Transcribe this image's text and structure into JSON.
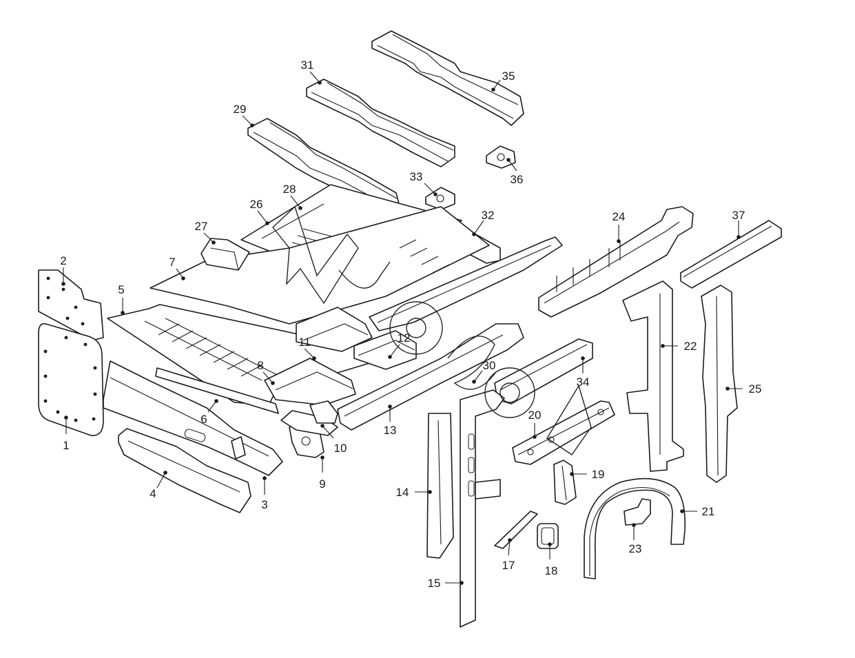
{
  "callouts": [
    {
      "id": "1",
      "label": "1"
    },
    {
      "id": "2",
      "label": "2"
    },
    {
      "id": "3",
      "label": "3"
    },
    {
      "id": "4",
      "label": "4"
    },
    {
      "id": "5",
      "label": "5"
    },
    {
      "id": "6",
      "label": "6"
    },
    {
      "id": "7",
      "label": "7"
    },
    {
      "id": "8",
      "label": "8"
    },
    {
      "id": "9",
      "label": "9"
    },
    {
      "id": "10",
      "label": "10"
    },
    {
      "id": "11",
      "label": "11"
    },
    {
      "id": "12",
      "label": "12"
    },
    {
      "id": "13",
      "label": "13"
    },
    {
      "id": "14",
      "label": "14"
    },
    {
      "id": "15",
      "label": "15"
    },
    {
      "id": "17",
      "label": "17"
    },
    {
      "id": "18",
      "label": "18"
    },
    {
      "id": "19",
      "label": "19"
    },
    {
      "id": "20",
      "label": "20"
    },
    {
      "id": "21",
      "label": "21"
    },
    {
      "id": "22",
      "label": "22"
    },
    {
      "id": "23",
      "label": "23"
    },
    {
      "id": "24",
      "label": "24"
    },
    {
      "id": "25",
      "label": "25"
    },
    {
      "id": "26",
      "label": "26"
    },
    {
      "id": "27",
      "label": "27"
    },
    {
      "id": "28",
      "label": "28"
    },
    {
      "id": "29",
      "label": "29"
    },
    {
      "id": "30",
      "label": "30"
    },
    {
      "id": "31",
      "label": "31"
    },
    {
      "id": "32",
      "label": "32"
    },
    {
      "id": "33",
      "label": "33"
    },
    {
      "id": "34",
      "label": "34"
    },
    {
      "id": "35",
      "label": "35"
    },
    {
      "id": "36",
      "label": "36"
    },
    {
      "id": "37",
      "label": "37"
    }
  ]
}
